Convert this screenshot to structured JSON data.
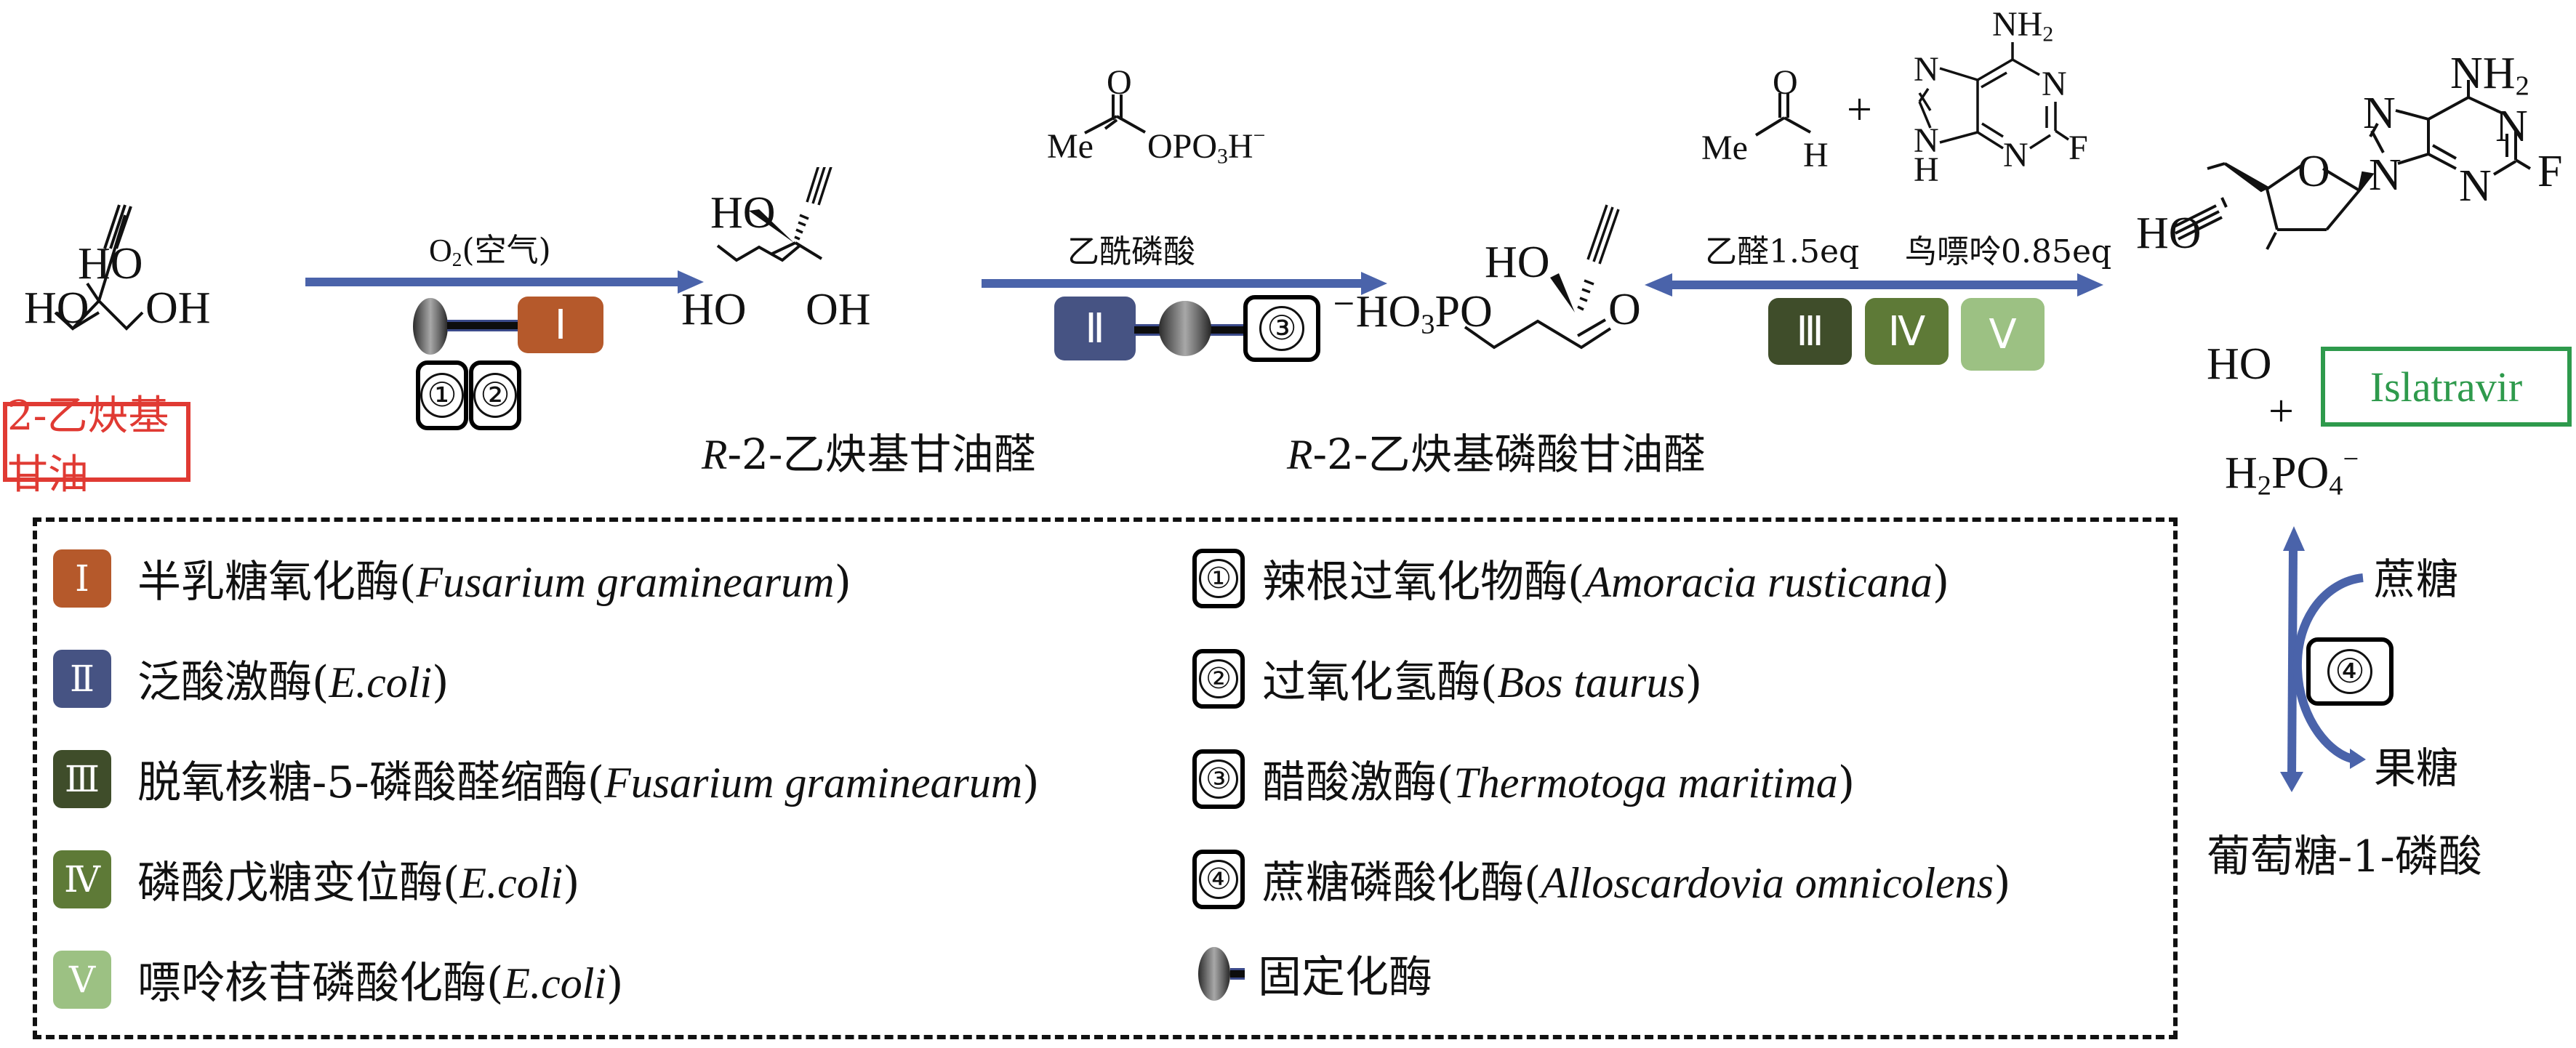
{
  "colors": {
    "arrow": "#4a63aa",
    "enzyme_I": "#b5592b",
    "enzyme_II": "#465383",
    "enzyme_III": "#3f4d2a",
    "enzyme_IV": "#5e7a37",
    "enzyme_V": "#9cc183",
    "start_label": "#e03a33",
    "product_label": "#2e9a4c"
  },
  "compounds": {
    "c1": {
      "ho_top": "HO",
      "ho_left": "HO",
      "oh_right": "OH",
      "label": "2-乙炔基甘油"
    },
    "c2": {
      "ho_top": "HO",
      "ho_left": "HO",
      "oh_right": "OH",
      "label_italic": "R",
      "label_rest": "-2-乙炔基甘油醛"
    },
    "c3": {
      "ho_top": "HO",
      "phos_prefix": "⁻HO",
      "phos_sub": "3",
      "phos_suffix": "PO",
      "aldehyde_o": "O",
      "label_italic": "R",
      "label_rest": "-2-乙炔基磷酸甘油醛"
    },
    "acetyl_phosphate": {
      "o": "O",
      "me": "Me",
      "opo": "OPO",
      "sub": "3",
      "h": "H",
      "sup": "−"
    },
    "acetaldehyde": {
      "o": "O",
      "me": "Me",
      "h": "H"
    },
    "plus": "+",
    "fluoroadenine": {
      "nh": "NH",
      "nh_sub": "2",
      "n1": "N",
      "n3": "N",
      "n7": "N",
      "n9": "N",
      "h9": "H",
      "f": "F"
    },
    "islatravir": {
      "ho1": "HO",
      "ho2": "HO",
      "o": "O",
      "n_a": "N",
      "n_b": "N",
      "n_c": "N",
      "n_d": "N",
      "nh": "NH",
      "nh_sub": "2",
      "f": "F",
      "label": "Islatravir"
    },
    "phosphate": {
      "h": "H",
      "h_sub": "2",
      "po": "PO",
      "po_sub": "4",
      "po_sup": "−",
      "plus": "+"
    }
  },
  "steps": {
    "step1": {
      "condition_main": "O",
      "condition_sub": "2",
      "condition_rest": "(空气)",
      "enzyme": "Ⅰ",
      "cofactors": [
        "①",
        "②"
      ]
    },
    "step2": {
      "condition": "乙酰磷酸",
      "enzyme": "Ⅱ",
      "cofactor": "③"
    },
    "step3": {
      "condition_left": "乙醛1.5eq",
      "condition_right": "鸟嘌呤0.85eq",
      "enzymes": [
        "Ⅲ",
        "Ⅳ",
        "Ⅴ"
      ]
    }
  },
  "side_cycle": {
    "top": "蔗糖",
    "enzyme": "④",
    "bottom": "果糖",
    "product": "葡萄糖-1-磷酸"
  },
  "legend": {
    "enzymes": [
      {
        "numeral": "Ⅰ",
        "cn": "半乳糖氧化酶(",
        "latin": "Fusarium graminearum",
        "close": ")"
      },
      {
        "numeral": "Ⅱ",
        "cn": "泛酸激酶(",
        "latin": "E.coli",
        "close": ")"
      },
      {
        "numeral": "Ⅲ",
        "cn": "脱氧核糖-5-磷酸醛缩酶(",
        "latin": "Fusarium graminearum",
        "close": ")"
      },
      {
        "numeral": "Ⅳ",
        "cn": "磷酸戊糖变位酶(",
        "latin": "E.coli",
        "close": ")"
      },
      {
        "numeral": "Ⅴ",
        "cn": "嘌呤核苷磷酸化酶(",
        "latin": "E.coli",
        "close": ")"
      }
    ],
    "helpers": [
      {
        "numeral": "①",
        "cn": "辣根过氧化物酶(",
        "latin": "Amoracia rusticana",
        "close": ")"
      },
      {
        "numeral": "②",
        "cn": "过氧化氢酶(",
        "latin": "Bos taurus",
        "close": ")"
      },
      {
        "numeral": "③",
        "cn": "醋酸激酶(",
        "latin": "Thermotoga maritima",
        "close": ")"
      },
      {
        "numeral": "④",
        "cn": "蔗糖磷酸化酶(",
        "latin": "Alloscardovia omnicolens",
        "close": ")"
      }
    ],
    "immobilized": "固定化酶"
  }
}
